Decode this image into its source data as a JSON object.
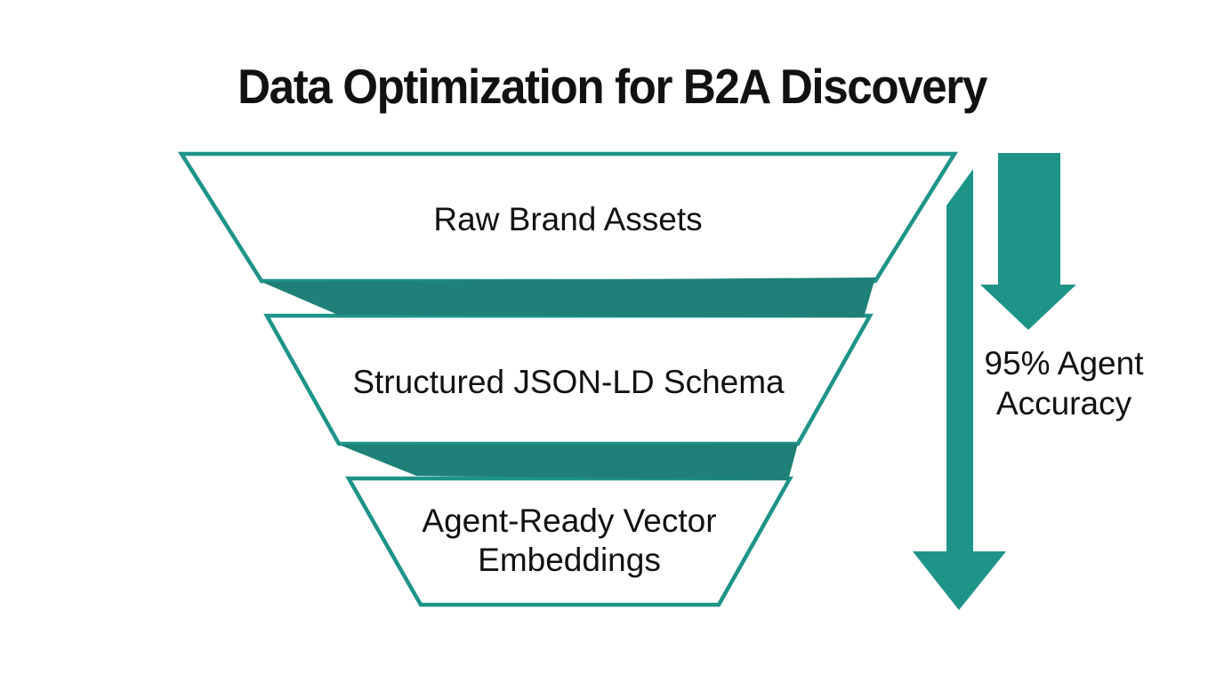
{
  "title": "Data Optimization for B2A Discovery",
  "funnel": {
    "stages": [
      {
        "name": "raw-brand-assets",
        "lines": [
          "Raw Brand Assets"
        ]
      },
      {
        "name": "structured-json-ld",
        "lines": [
          "Structured JSON-LD Schema"
        ]
      },
      {
        "name": "agent-ready-embeddings",
        "lines": [
          "Agent-Ready Vector",
          "Embeddings"
        ]
      }
    ]
  },
  "annotation": {
    "lines": [
      "95% Agent",
      "Accuracy"
    ]
  },
  "icons": [
    {
      "name": "large-down-arrow-icon"
    },
    {
      "name": "long-down-arrow-icon"
    }
  ],
  "colors": {
    "background": "#FFFFFF",
    "teal": "#1E9489",
    "band": "#1E8076",
    "text": "#111111"
  }
}
